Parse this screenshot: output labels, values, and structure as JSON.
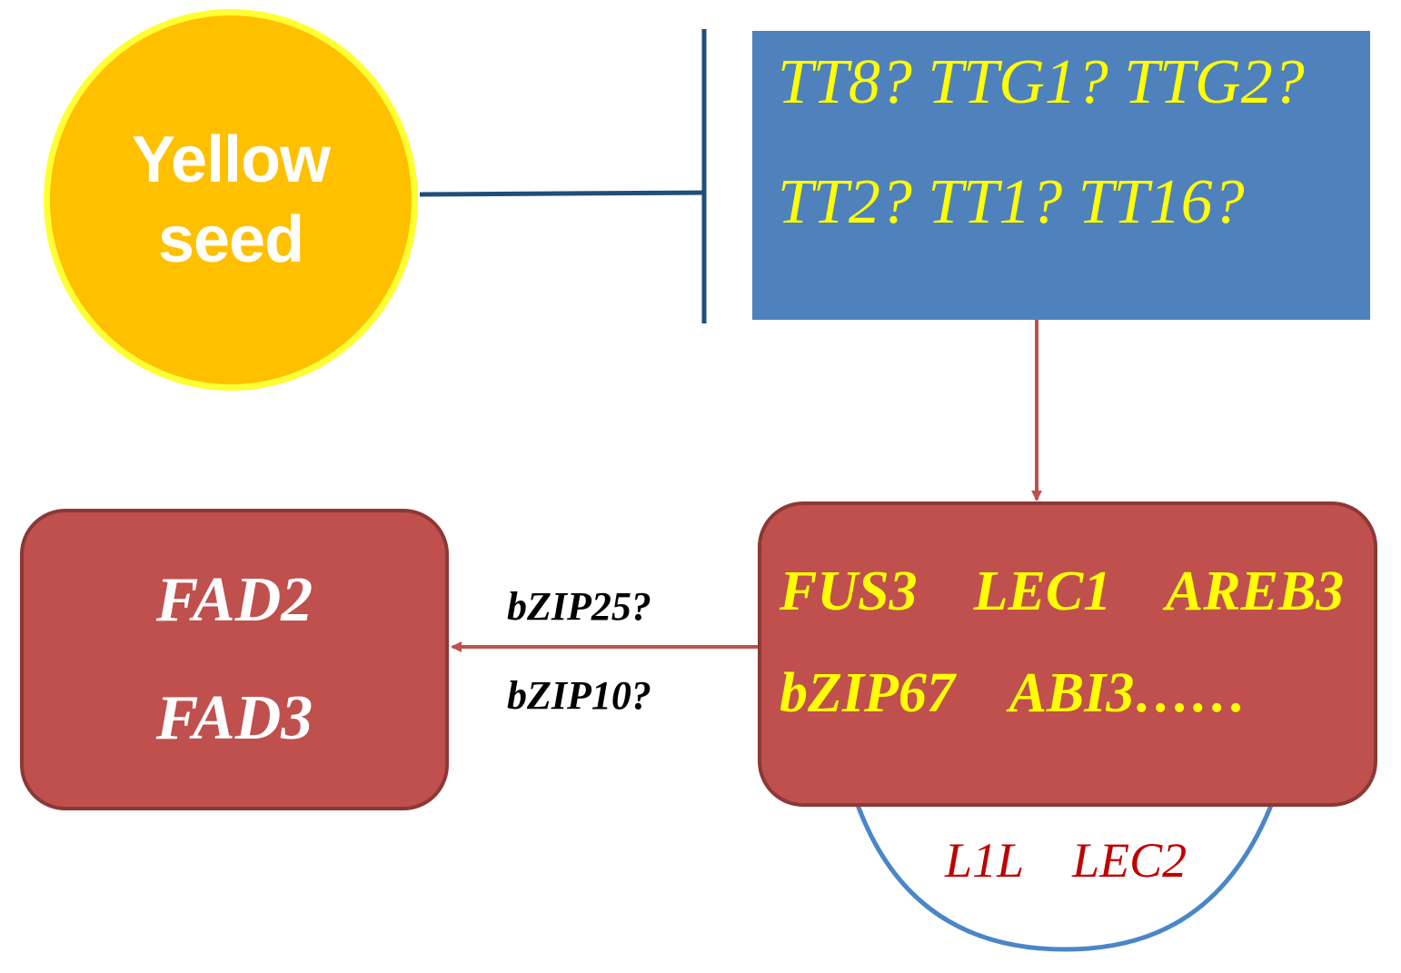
{
  "nodes": {
    "yellow_seed": {
      "lines": [
        "Yellow",
        "seed"
      ],
      "fill": "#FFC000",
      "border": "#FFFF33"
    },
    "tt_box": {
      "lines": [
        "TT8? TTG1? TTG2?",
        "TT2? TT1? TT16?"
      ],
      "fill": "#4F81BD",
      "text_color": "#FFFF00"
    },
    "tf_box": {
      "lines": [
        "FUS3    LEC1    AREB3",
        "bZIP67    ABI3……"
      ],
      "fill": "#C0504D",
      "text_color": "#FFFF00"
    },
    "fad_box": {
      "lines": [
        "FAD2",
        "FAD3"
      ],
      "fill": "#C0504D",
      "text_color": "#FFFFFF"
    }
  },
  "edges": {
    "inhibition": {
      "from": "yellow_seed",
      "to": "tt_box",
      "type": "inhibit",
      "color": "#1F4E79"
    },
    "tt_to_tf": {
      "from": "tt_box",
      "to": "tf_box",
      "type": "activate",
      "color": "#C0504D"
    },
    "tf_to_fad": {
      "from": "tf_box",
      "to": "fad_box",
      "type": "activate",
      "color": "#C0504D",
      "labels": [
        "bZIP25?",
        "bZIP10?"
      ]
    },
    "loop": {
      "on": "tf_box",
      "label": "L1L    LEC2",
      "label_color": "#C00000",
      "color": "#4A86C8"
    }
  }
}
